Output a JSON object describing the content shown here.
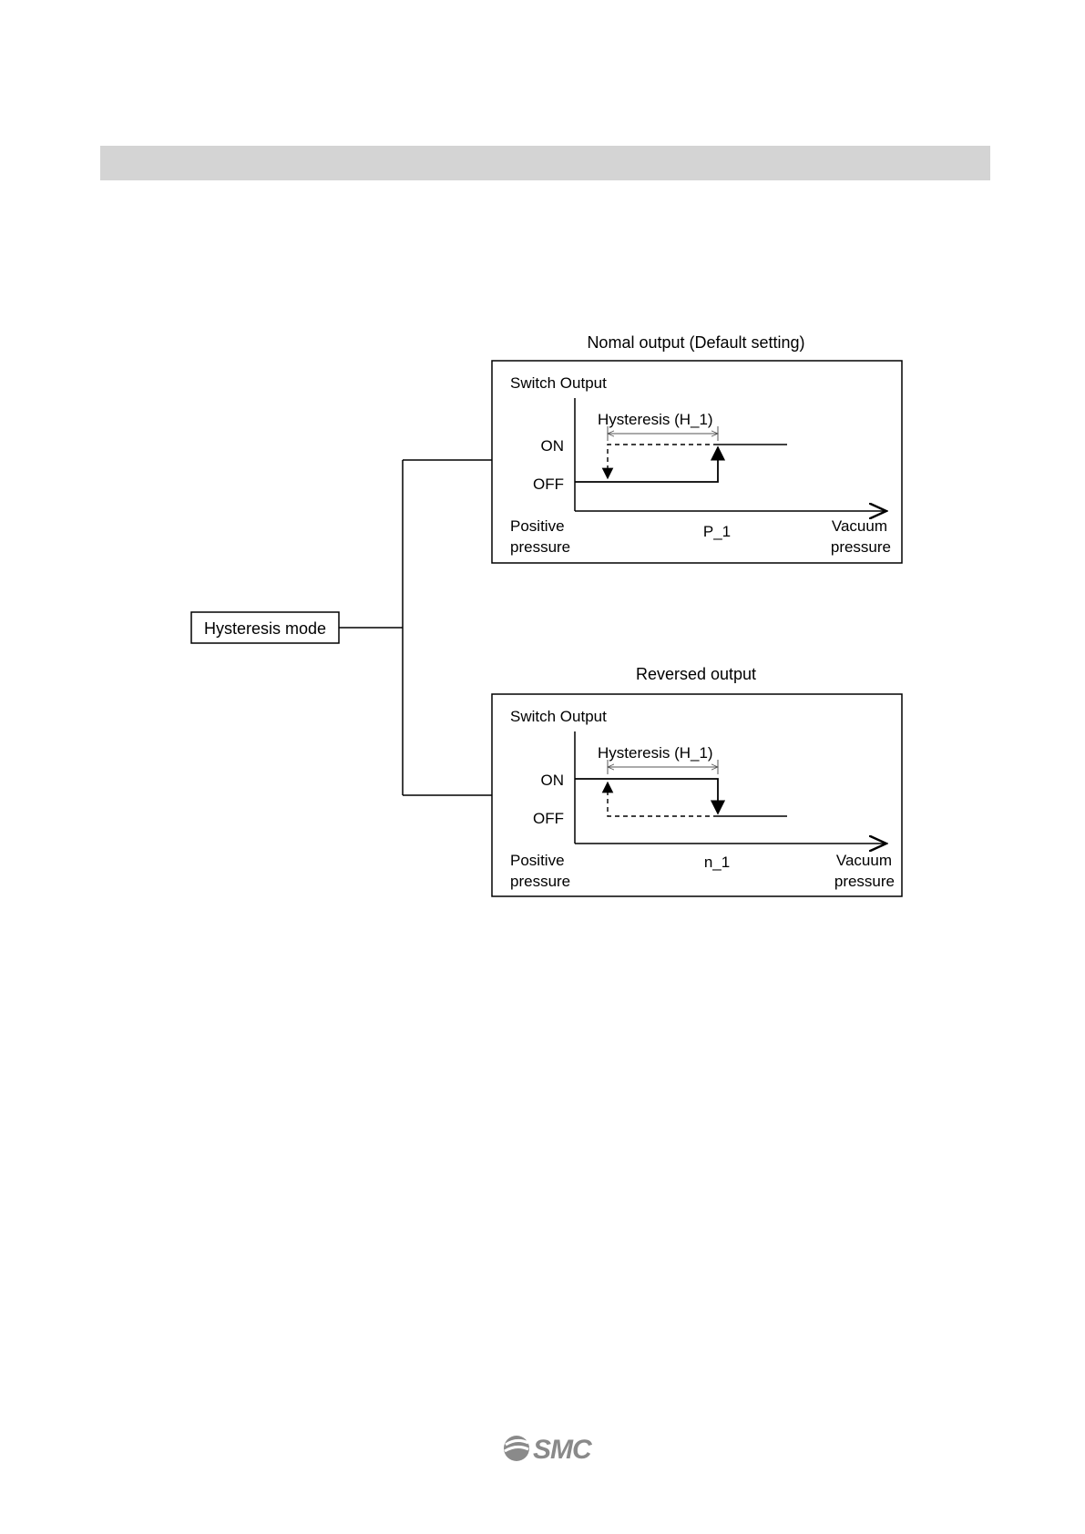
{
  "root": {
    "label": "Hysteresis mode"
  },
  "normal": {
    "title": "Nomal output (Default setting)",
    "y_axis_label": "Switch Output",
    "on_label": "ON",
    "off_label": "OFF",
    "hysteresis_label": "Hysteresis (H_1)",
    "set_point_label": "P_1",
    "left_label_line1": "Positive",
    "left_label_line2": "pressure",
    "right_label_line1": "Vacuum",
    "right_label_line2": "pressure"
  },
  "reversed": {
    "title": "Reversed output",
    "y_axis_label": "Switch Output",
    "on_label": "ON",
    "off_label": "OFF",
    "hysteresis_label": "Hysteresis (H_1)",
    "set_point_label": "n_1",
    "left_label_line1": "Positive",
    "left_label_line2": "pressure",
    "right_label_line1": "Vacuum",
    "right_label_line2": "pressure"
  },
  "footer": {
    "logo_text": "SMC"
  }
}
